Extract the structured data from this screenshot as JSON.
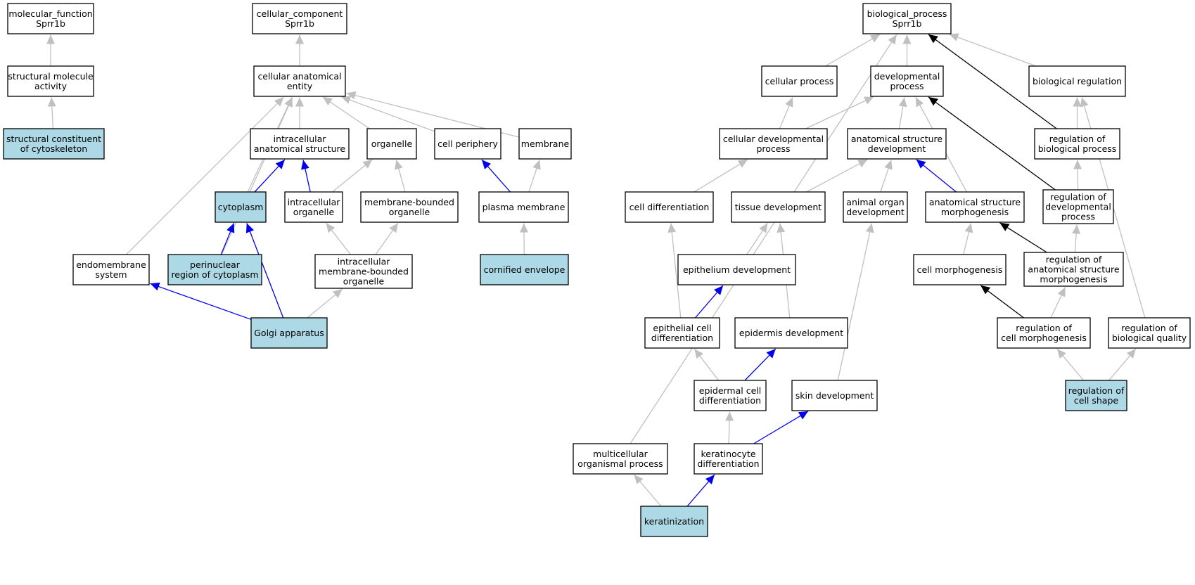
{
  "graph": {
    "colors": {
      "highlight_fill": "#add8e6",
      "plain_fill": "#ffffff",
      "gray_edge": "#c0c0c0",
      "blue_edge": "#0000ee",
      "black_edge": "#000000"
    },
    "nodes": [
      {
        "id": "mf_root",
        "lines": [
          "molecular_function",
          "Sprr1b"
        ],
        "highlight": false
      },
      {
        "id": "structural_molecule_activity",
        "lines": [
          "structural molecule",
          "activity"
        ],
        "highlight": false
      },
      {
        "id": "structural_constituent_of_cytoskeleton",
        "lines": [
          "structural constituent",
          "of cytoskeleton"
        ],
        "highlight": true
      },
      {
        "id": "cc_root",
        "lines": [
          "cellular_component",
          "Sprr1b"
        ],
        "highlight": false
      },
      {
        "id": "cellular_anatomical_entity",
        "lines": [
          "cellular anatomical",
          "entity"
        ],
        "highlight": false
      },
      {
        "id": "intracellular_anatomical_structure",
        "lines": [
          "intracellular",
          "anatomical structure"
        ],
        "highlight": false
      },
      {
        "id": "organelle",
        "lines": [
          "organelle"
        ],
        "highlight": false
      },
      {
        "id": "cell_periphery",
        "lines": [
          "cell periphery"
        ],
        "highlight": false
      },
      {
        "id": "membrane",
        "lines": [
          "membrane"
        ],
        "highlight": false
      },
      {
        "id": "cytoplasm",
        "lines": [
          "cytoplasm"
        ],
        "highlight": true
      },
      {
        "id": "intracellular_organelle",
        "lines": [
          "intracellular",
          "organelle"
        ],
        "highlight": false
      },
      {
        "id": "membrane_bounded_organelle",
        "lines": [
          "membrane-bounded",
          "organelle"
        ],
        "highlight": false
      },
      {
        "id": "plasma_membrane",
        "lines": [
          "plasma membrane"
        ],
        "highlight": false
      },
      {
        "id": "endomembrane_system",
        "lines": [
          "endomembrane",
          "system"
        ],
        "highlight": false
      },
      {
        "id": "perinuclear_region",
        "lines": [
          "perinuclear",
          "region of cytoplasm"
        ],
        "highlight": true
      },
      {
        "id": "intracellular_mb_organelle",
        "lines": [
          "intracellular",
          "membrane-bounded",
          "organelle"
        ],
        "highlight": false
      },
      {
        "id": "cornified_envelope",
        "lines": [
          "cornified envelope"
        ],
        "highlight": true
      },
      {
        "id": "golgi_apparatus",
        "lines": [
          "Golgi apparatus"
        ],
        "highlight": true
      },
      {
        "id": "bp_root",
        "lines": [
          "biological_process",
          "Sprr1b"
        ],
        "highlight": false
      },
      {
        "id": "cellular_process",
        "lines": [
          "cellular process"
        ],
        "highlight": false
      },
      {
        "id": "developmental_process",
        "lines": [
          "developmental",
          "process"
        ],
        "highlight": false
      },
      {
        "id": "biological_regulation",
        "lines": [
          "biological regulation"
        ],
        "highlight": false
      },
      {
        "id": "cellular_developmental_process",
        "lines": [
          "cellular developmental",
          "process"
        ],
        "highlight": false
      },
      {
        "id": "anatomical_structure_development",
        "lines": [
          "anatomical structure",
          "development"
        ],
        "highlight": false
      },
      {
        "id": "regulation_of_biological_process",
        "lines": [
          "regulation of",
          "biological process"
        ],
        "highlight": false
      },
      {
        "id": "cell_differentiation",
        "lines": [
          "cell differentiation"
        ],
        "highlight": false
      },
      {
        "id": "tissue_development",
        "lines": [
          "tissue development"
        ],
        "highlight": false
      },
      {
        "id": "animal_organ_development",
        "lines": [
          "animal organ",
          "development"
        ],
        "highlight": false
      },
      {
        "id": "anatomical_structure_morphogenesis",
        "lines": [
          "anatomical structure",
          "morphogenesis"
        ],
        "highlight": false
      },
      {
        "id": "regulation_of_developmental_process",
        "lines": [
          "regulation of",
          "developmental",
          "process"
        ],
        "highlight": false
      },
      {
        "id": "epithelium_development",
        "lines": [
          "epithelium development"
        ],
        "highlight": false
      },
      {
        "id": "cell_morphogenesis",
        "lines": [
          "cell morphogenesis"
        ],
        "highlight": false
      },
      {
        "id": "regulation_of_as_morphogenesis",
        "lines": [
          "regulation of",
          "anatomical structure",
          "morphogenesis"
        ],
        "highlight": false
      },
      {
        "id": "epithelial_cell_differentiation",
        "lines": [
          "epithelial cell",
          "differentiation"
        ],
        "highlight": false
      },
      {
        "id": "epidermis_development",
        "lines": [
          "epidermis development"
        ],
        "highlight": false
      },
      {
        "id": "regulation_of_cell_morphogenesis",
        "lines": [
          "regulation of",
          "cell morphogenesis"
        ],
        "highlight": false
      },
      {
        "id": "regulation_of_biological_quality",
        "lines": [
          "regulation of",
          "biological quality"
        ],
        "highlight": false
      },
      {
        "id": "epidermal_cell_differentiation",
        "lines": [
          "epidermal cell",
          "differentiation"
        ],
        "highlight": false
      },
      {
        "id": "skin_development",
        "lines": [
          "skin development"
        ],
        "highlight": false
      },
      {
        "id": "regulation_of_cell_shape",
        "lines": [
          "regulation of",
          "cell shape"
        ],
        "highlight": true
      },
      {
        "id": "multicellular_organismal_process",
        "lines": [
          "multicellular",
          "organismal process"
        ],
        "highlight": false
      },
      {
        "id": "keratinocyte_differentiation",
        "lines": [
          "keratinocyte",
          "differentiation"
        ],
        "highlight": false
      },
      {
        "id": "keratinization",
        "lines": [
          "keratinization"
        ],
        "highlight": true
      }
    ],
    "edges": [
      {
        "from": "structural_molecule_activity",
        "to": "mf_root",
        "color": "gray"
      },
      {
        "from": "structural_constituent_of_cytoskeleton",
        "to": "structural_molecule_activity",
        "color": "gray"
      },
      {
        "from": "cellular_anatomical_entity",
        "to": "cc_root",
        "color": "gray"
      },
      {
        "from": "intracellular_anatomical_structure",
        "to": "cellular_anatomical_entity",
        "color": "gray"
      },
      {
        "from": "organelle",
        "to": "cellular_anatomical_entity",
        "color": "gray"
      },
      {
        "from": "cell_periphery",
        "to": "cellular_anatomical_entity",
        "color": "gray"
      },
      {
        "from": "membrane",
        "to": "cellular_anatomical_entity",
        "color": "gray"
      },
      {
        "from": "cytoplasm",
        "to": "cellular_anatomical_entity",
        "color": "gray"
      },
      {
        "from": "endomembrane_system",
        "to": "cellular_anatomical_entity",
        "color": "gray"
      },
      {
        "from": "perinuclear_region",
        "to": "cellular_anatomical_entity",
        "color": "gray"
      },
      {
        "from": "cytoplasm",
        "to": "intracellular_anatomical_structure",
        "color": "blue"
      },
      {
        "from": "intracellular_organelle",
        "to": "intracellular_anatomical_structure",
        "color": "blue"
      },
      {
        "from": "intracellular_organelle",
        "to": "organelle",
        "color": "gray"
      },
      {
        "from": "membrane_bounded_organelle",
        "to": "organelle",
        "color": "gray"
      },
      {
        "from": "plasma_membrane",
        "to": "cell_periphery",
        "color": "blue"
      },
      {
        "from": "plasma_membrane",
        "to": "membrane",
        "color": "gray"
      },
      {
        "from": "intracellular_mb_organelle",
        "to": "intracellular_organelle",
        "color": "gray"
      },
      {
        "from": "intracellular_mb_organelle",
        "to": "membrane_bounded_organelle",
        "color": "gray"
      },
      {
        "from": "perinuclear_region",
        "to": "cytoplasm",
        "color": "blue"
      },
      {
        "from": "cornified_envelope",
        "to": "plasma_membrane",
        "color": "gray"
      },
      {
        "from": "golgi_apparatus",
        "to": "endomembrane_system",
        "color": "blue"
      },
      {
        "from": "golgi_apparatus",
        "to": "cytoplasm",
        "color": "blue"
      },
      {
        "from": "golgi_apparatus",
        "to": "intracellular_mb_organelle",
        "color": "gray"
      },
      {
        "from": "cellular_process",
        "to": "bp_root",
        "color": "gray"
      },
      {
        "from": "developmental_process",
        "to": "bp_root",
        "color": "gray"
      },
      {
        "from": "biological_regulation",
        "to": "bp_root",
        "color": "gray"
      },
      {
        "from": "regulation_of_biological_process",
        "to": "bp_root",
        "color": "black"
      },
      {
        "from": "multicellular_organismal_process",
        "to": "bp_root",
        "color": "gray"
      },
      {
        "from": "cellular_developmental_process",
        "to": "cellular_process",
        "color": "gray"
      },
      {
        "from": "cellular_developmental_process",
        "to": "developmental_process",
        "color": "gray"
      },
      {
        "from": "anatomical_structure_development",
        "to": "developmental_process",
        "color": "gray"
      },
      {
        "from": "anatomical_structure_morphogenesis",
        "to": "developmental_process",
        "color": "gray"
      },
      {
        "from": "regulation_of_developmental_process",
        "to": "developmental_process",
        "color": "black"
      },
      {
        "from": "regulation_of_biological_process",
        "to": "biological_regulation",
        "color": "gray"
      },
      {
        "from": "regulation_of_biological_quality",
        "to": "biological_regulation",
        "color": "gray"
      },
      {
        "from": "cell_differentiation",
        "to": "cellular_developmental_process",
        "color": "gray"
      },
      {
        "from": "tissue_development",
        "to": "anatomical_structure_development",
        "color": "gray"
      },
      {
        "from": "animal_organ_development",
        "to": "anatomical_structure_development",
        "color": "gray"
      },
      {
        "from": "anatomical_structure_morphogenesis",
        "to": "anatomical_structure_development",
        "color": "blue"
      },
      {
        "from": "regulation_of_developmental_process",
        "to": "regulation_of_biological_process",
        "color": "gray"
      },
      {
        "from": "epithelium_development",
        "to": "tissue_development",
        "color": "gray"
      },
      {
        "from": "epidermis_development",
        "to": "tissue_development",
        "color": "gray"
      },
      {
        "from": "skin_development",
        "to": "animal_organ_development",
        "color": "gray"
      },
      {
        "from": "cell_morphogenesis",
        "to": "anatomical_structure_morphogenesis",
        "color": "gray"
      },
      {
        "from": "regulation_of_as_morphogenesis",
        "to": "anatomical_structure_morphogenesis",
        "color": "black"
      },
      {
        "from": "regulation_of_as_morphogenesis",
        "to": "regulation_of_developmental_process",
        "color": "gray"
      },
      {
        "from": "epithelial_cell_differentiation",
        "to": "cell_differentiation",
        "color": "gray"
      },
      {
        "from": "epithelial_cell_differentiation",
        "to": "epithelium_development",
        "color": "blue"
      },
      {
        "from": "regulation_of_cell_morphogenesis",
        "to": "cell_morphogenesis",
        "color": "black"
      },
      {
        "from": "regulation_of_cell_morphogenesis",
        "to": "regulation_of_as_morphogenesis",
        "color": "gray"
      },
      {
        "from": "epidermal_cell_differentiation",
        "to": "epithelial_cell_differentiation",
        "color": "gray"
      },
      {
        "from": "epidermal_cell_differentiation",
        "to": "epidermis_development",
        "color": "blue"
      },
      {
        "from": "regulation_of_cell_shape",
        "to": "regulation_of_cell_morphogenesis",
        "color": "gray"
      },
      {
        "from": "regulation_of_cell_shape",
        "to": "regulation_of_biological_quality",
        "color": "gray"
      },
      {
        "from": "keratinocyte_differentiation",
        "to": "epidermal_cell_differentiation",
        "color": "gray"
      },
      {
        "from": "keratinocyte_differentiation",
        "to": "skin_development",
        "color": "blue"
      },
      {
        "from": "keratinization",
        "to": "multicellular_organismal_process",
        "color": "gray"
      },
      {
        "from": "keratinization",
        "to": "keratinocyte_differentiation",
        "color": "blue"
      }
    ]
  }
}
